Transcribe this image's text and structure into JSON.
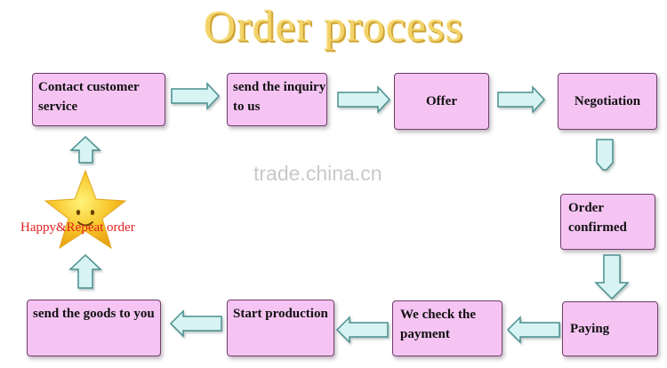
{
  "title": "Order process",
  "watermark": "trade.china.cn",
  "steps": {
    "contact": "Contact customer service",
    "inquiry": "send the inquiry to us",
    "offer": "Offer",
    "negotiation": "Negotiation",
    "order_confirmed": "Order confirmed",
    "paying": "Paying",
    "check_payment": "We check the payment",
    "start_production": "Start production",
    "send_goods": "send the goods to you"
  },
  "happy_label": "Happy&Repeat order",
  "colors": {
    "box_fill": "#f5c4f3",
    "box_border": "#6e3f6a",
    "arrow_fill": "#d8f3f3",
    "arrow_stroke": "#4a8f8f",
    "title": "#f2d36a",
    "happy_text": "#e0201f",
    "star": "#f7c62a"
  },
  "icons": [
    "arrow-right-icon",
    "arrow-down-icon",
    "arrow-left-icon",
    "arrow-up-icon",
    "smiling-star-icon"
  ]
}
